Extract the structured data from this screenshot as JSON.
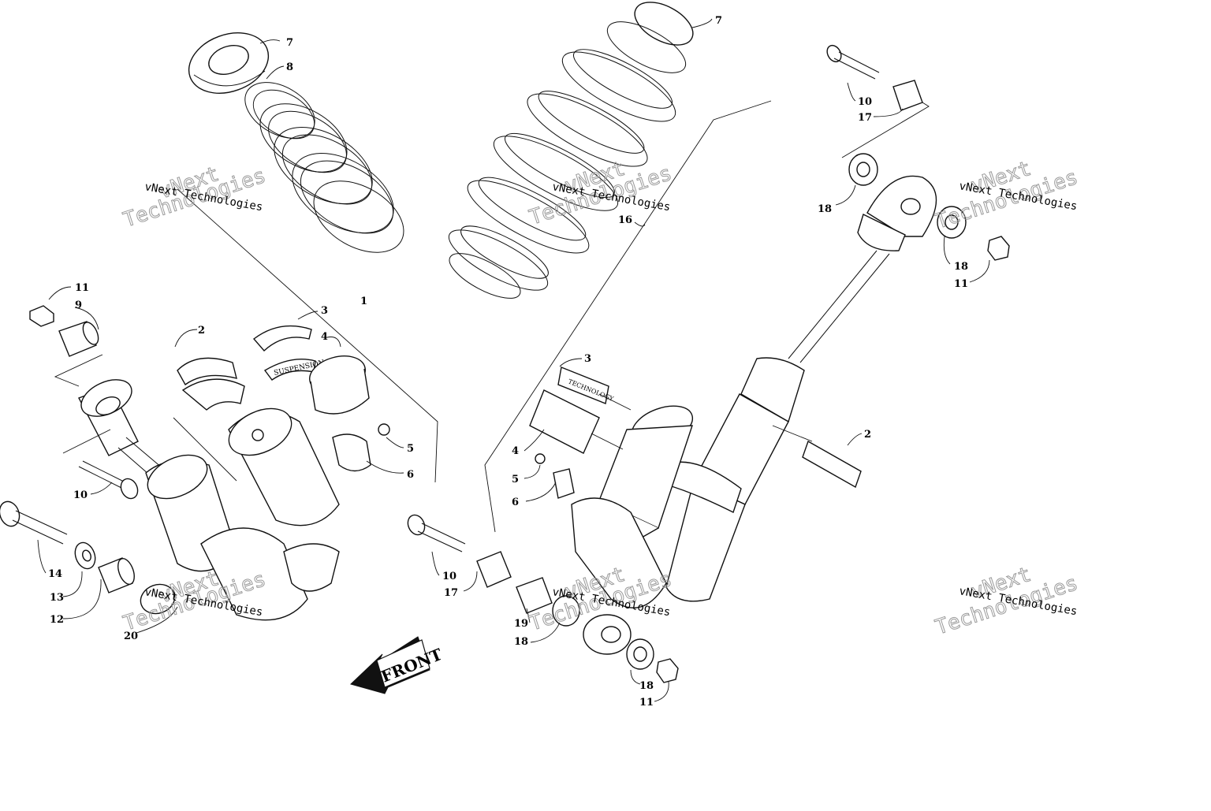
{
  "watermark": {
    "company_line": "vNext Technologies",
    "big_lines": [
      "vNext",
      "Technologies"
    ]
  },
  "front_arrow": {
    "label": "FRONT"
  },
  "callouts_left": [
    {
      "id": "c7l",
      "text": "7"
    },
    {
      "id": "c8",
      "text": "8"
    },
    {
      "id": "c1",
      "text": "1"
    },
    {
      "id": "c3l",
      "text": "3"
    },
    {
      "id": "c4l",
      "text": "4"
    },
    {
      "id": "c2l",
      "text": "2"
    },
    {
      "id": "c11l",
      "text": "11"
    },
    {
      "id": "c9",
      "text": "9"
    },
    {
      "id": "c5l",
      "text": "5"
    },
    {
      "id": "c6l",
      "text": "6"
    },
    {
      "id": "c10l",
      "text": "10"
    },
    {
      "id": "c14",
      "text": "14"
    },
    {
      "id": "c13",
      "text": "13"
    },
    {
      "id": "c12",
      "text": "12"
    },
    {
      "id": "c20",
      "text": "20"
    }
  ],
  "callouts_right": [
    {
      "id": "c7r",
      "text": "7"
    },
    {
      "id": "c16",
      "text": "16"
    },
    {
      "id": "c10r",
      "text": "10"
    },
    {
      "id": "c17r",
      "text": "17"
    },
    {
      "id": "c18a",
      "text": "18"
    },
    {
      "id": "c18b",
      "text": "18"
    },
    {
      "id": "c11r",
      "text": "11"
    },
    {
      "id": "c3r",
      "text": "3"
    },
    {
      "id": "c4r",
      "text": "4"
    },
    {
      "id": "c5r",
      "text": "5"
    },
    {
      "id": "c6r",
      "text": "6"
    },
    {
      "id": "c2r",
      "text": "2"
    },
    {
      "id": "c10b",
      "text": "10"
    },
    {
      "id": "c17b",
      "text": "17"
    },
    {
      "id": "c19",
      "text": "19"
    },
    {
      "id": "c18c",
      "text": "18"
    },
    {
      "id": "c18d",
      "text": "18"
    },
    {
      "id": "c11b",
      "text": "11"
    }
  ],
  "decal_text": {
    "suspension": "SUSPENSION",
    "technology": "TECHNOLOGY"
  },
  "colors": {
    "line": "#111111",
    "watermark": "#9a9a9a",
    "background": "#ffffff"
  }
}
